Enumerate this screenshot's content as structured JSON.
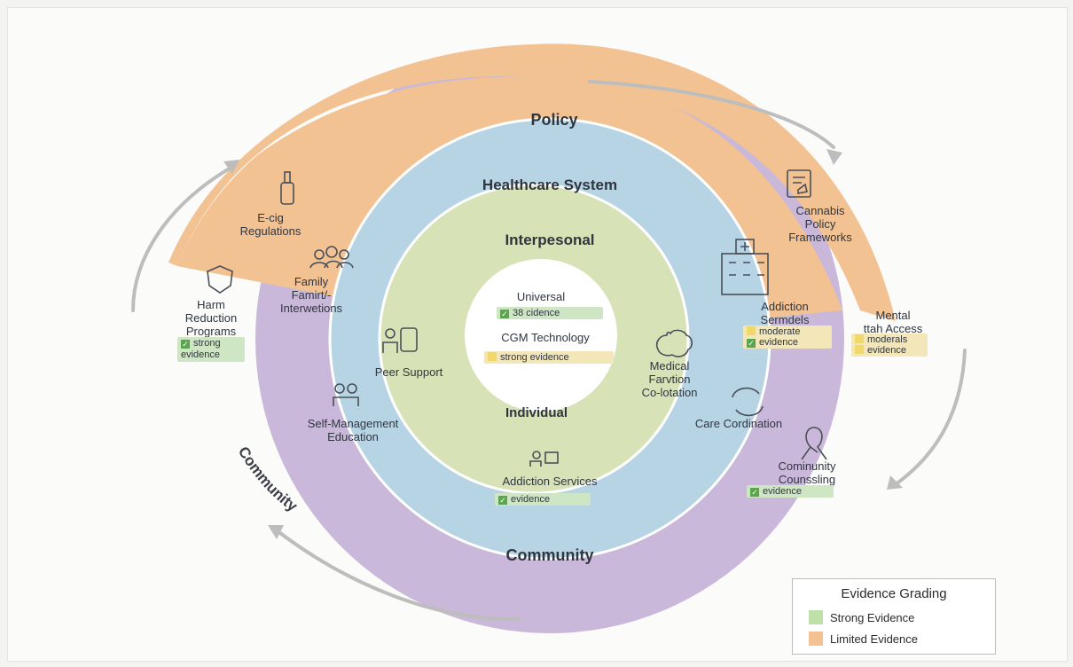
{
  "rings": {
    "policy": "Policy",
    "healthcare": "Healthcare System",
    "interpersonal": "Interpesonal",
    "individual": "Individual",
    "community_curved": "Community",
    "community": "Community"
  },
  "center": {
    "title1": "Universal",
    "tag1": "38 cidence",
    "title2": "CGM Technology",
    "tag2": "strong evidence"
  },
  "policy_items": {
    "ecig": [
      "E-cig",
      "Regulations"
    ],
    "cannabis": [
      "Cannabis",
      "Policy",
      "Frameworks"
    ]
  },
  "community_items": {
    "harm": [
      "Harm",
      "Reduction",
      "Programs"
    ],
    "harm_tag1": "strong",
    "harm_tag2": "evidence",
    "mental": [
      "Mental",
      "ttah Access"
    ],
    "mental_tag1": "moderals",
    "mental_tag2": "evidence",
    "counsel": [
      "Cominunity",
      "Counssling"
    ],
    "counsel_tag": "evidence"
  },
  "health_items": {
    "family": [
      "Family",
      "Famirt/-",
      "Interwetions"
    ],
    "addiction_models": [
      "Addiction",
      "Sermdels"
    ],
    "am_tag1": "moderate",
    "am_tag2": "evidence",
    "self_mgmt": [
      "Self-Management",
      "Education"
    ],
    "care": "Care Cordination",
    "services": "Addiction Services",
    "services_tag": "evidence"
  },
  "inter_items": {
    "peer": "Peer Support",
    "medical": [
      "Medical",
      "Farvtion",
      "Co-lotation"
    ]
  },
  "legend": {
    "title": "Evidence Grading",
    "strong": "Strong Evidence",
    "limited": "Limited Evidence"
  },
  "colors": {
    "policy": "#f3c293",
    "community": "#c9b8d9",
    "healthcare": "#b7d4e4",
    "interpersonal": "#d7e3b6",
    "center": "#ffffff",
    "strong": "#bfe0a8",
    "limited": "#f3c293"
  },
  "icons": [
    "bottle-icon",
    "document-leaf-icon",
    "people-group-icon",
    "hospital-icon",
    "shield-icon",
    "ribbon-icon",
    "person-device-icon",
    "brain-icon",
    "two-people-icon",
    "cycle-arrows-icon",
    "person-screen-icon"
  ]
}
